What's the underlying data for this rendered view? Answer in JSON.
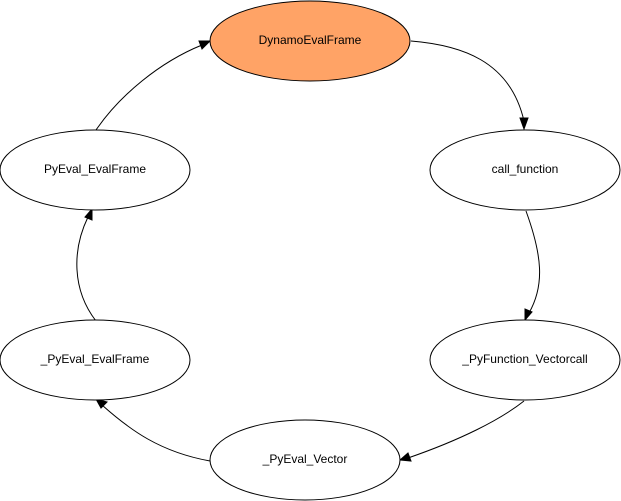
{
  "diagram": {
    "style": {
      "highlight_fill": "#FFA366",
      "default_fill": "#FFFFFF",
      "stroke": "#000000"
    },
    "nodes": [
      {
        "id": "dynamo",
        "label": "DynamoEvalFrame",
        "highlighted": true
      },
      {
        "id": "call_function",
        "label": "call_function",
        "highlighted": false
      },
      {
        "id": "pyfunction_vectorcall",
        "label": "_PyFunction_Vectorcall",
        "highlighted": false
      },
      {
        "id": "pyeval_vector",
        "label": "_PyEval_Vector",
        "highlighted": false
      },
      {
        "id": "pyeval_evalframe_private",
        "label": "_PyEval_EvalFrame",
        "highlighted": false
      },
      {
        "id": "pyeval_evalframe",
        "label": "PyEval_EvalFrame",
        "highlighted": false
      }
    ],
    "edges": [
      {
        "from": "dynamo",
        "to": "call_function"
      },
      {
        "from": "call_function",
        "to": "pyfunction_vectorcall"
      },
      {
        "from": "pyfunction_vectorcall",
        "to": "pyeval_vector"
      },
      {
        "from": "pyeval_vector",
        "to": "pyeval_evalframe_private"
      },
      {
        "from": "pyeval_evalframe_private",
        "to": "pyeval_evalframe"
      },
      {
        "from": "pyeval_evalframe",
        "to": "dynamo"
      }
    ]
  }
}
